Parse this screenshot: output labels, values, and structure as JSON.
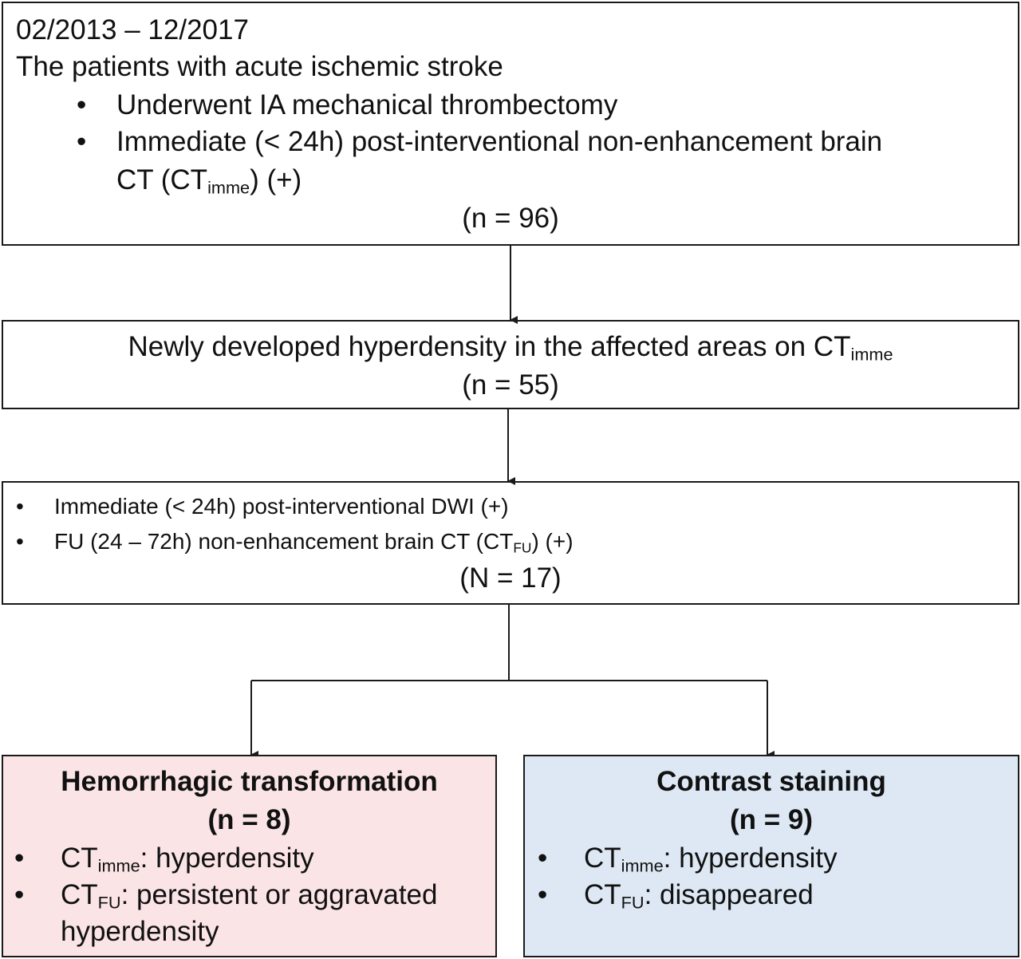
{
  "box1": {
    "date_range": "02/2013 – 12/2017",
    "population": "The patients with acute ischemic stroke",
    "criterion1": "Underwent IA mechanical thrombectomy",
    "criterion2_line1": "Immediate (< 24h) post-interventional non-enhancement brain",
    "criterion2_line2_pre": "CT (CT",
    "criterion2_line2_sub": "imme",
    "criterion2_line2_post": ") (+)",
    "count": "(n = 96)"
  },
  "box2": {
    "text_main": "Newly developed hyperdensity in the affected areas on CT",
    "text_sub": "imme",
    "count": "(n = 55)"
  },
  "box3": {
    "criterion1": "Immediate (< 24h) post-interventional DWI (+)",
    "criterion2_pre": "FU (24 – 72h) non-enhancement brain CT (CT",
    "criterion2_sub": "FU",
    "criterion2_post": ") (+)",
    "count": "(N = 17)"
  },
  "box_left": {
    "title": "Hemorrhagic transformation",
    "count": "(n = 8)",
    "item1_ct": "CT",
    "item1_sub": "imme",
    "item1_text": ": hyperdensity",
    "item2_ct": "CT",
    "item2_sub": "FU",
    "item2_text": ": persistent or aggravated",
    "item2_text_line2": "hyperdensity",
    "background": "#fbe4e5"
  },
  "box_right": {
    "title": "Contrast staining",
    "count": "(n = 9)",
    "item1_ct": "CT",
    "item1_sub": "imme",
    "item1_text": ": hyperdensity",
    "item2_ct": "CT",
    "item2_sub": "FU",
    "item2_text": ": disappeared",
    "background": "#dde8f4"
  },
  "bullet_char": "•"
}
